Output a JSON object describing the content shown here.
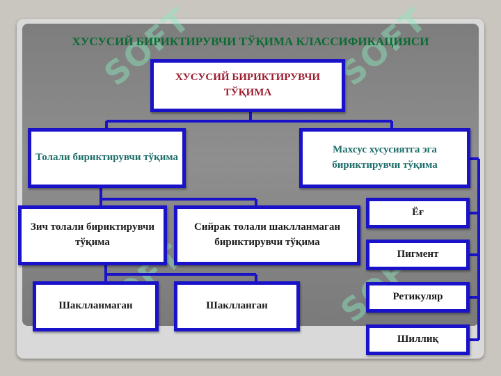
{
  "watermark": "SOFT",
  "title": "ХУСУСИЙ БИРИКТИРУВЧИ ТЎҚИМА КЛАССИФИКАЦИЯСИ",
  "nodes": {
    "root": "ХУСУСИЙ БИРИКТИРУВЧИ ТЎҚИМА",
    "fibrous": "Толали бириктирувчи тўқима",
    "special": "Махсус хусусиятга эга бириктирувчи тўқима",
    "dense": "Зич толали бириктирувчи тўқима",
    "loose": "Сийрак толали шаклланмаган бириктирувчи тўқима",
    "unformed": "Шаклланмаган",
    "formed": "Шаклланган",
    "fat": "Ёғ",
    "pigment": "Пигмент",
    "reticular": "Ретикуляр",
    "mucous": "Шиллиқ"
  },
  "colors": {
    "border": "#1a12c8",
    "title": "#0b6b33",
    "root_text": "#9b1c2e",
    "level1_text": "#1e6e6a"
  }
}
